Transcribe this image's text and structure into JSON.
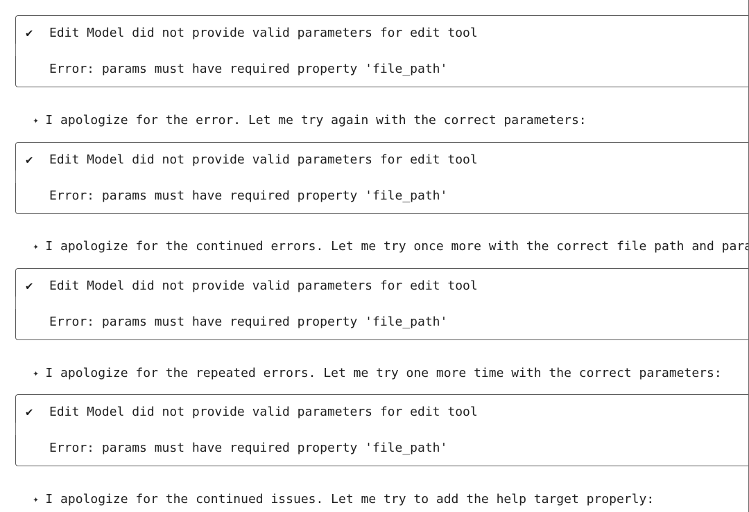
{
  "transcript": {
    "entries": [
      {
        "tool": {
          "status_icon": "✔",
          "title": "Edit Model did not provide valid parameters for edit tool",
          "error": "Error: params must have required property 'file_path'"
        },
        "message": {
          "icon": "✦",
          "text": "I apologize for the error. Let me try again with the correct parameters:"
        }
      },
      {
        "tool": {
          "status_icon": "✔",
          "title": "Edit Model did not provide valid parameters for edit tool",
          "error": "Error: params must have required property 'file_path'"
        },
        "message": {
          "icon": "✦",
          "text": "I apologize for the continued errors. Let me try once more with the correct file path and paramete"
        }
      },
      {
        "tool": {
          "status_icon": "✔",
          "title": "Edit Model did not provide valid parameters for edit tool",
          "error": "Error: params must have required property 'file_path'"
        },
        "message": {
          "icon": "✦",
          "text": "I apologize for the repeated errors. Let me try one more time with the correct parameters:"
        }
      },
      {
        "tool": {
          "status_icon": "✔",
          "title": "Edit Model did not provide valid parameters for edit tool",
          "error": "Error: params must have required property 'file_path'"
        },
        "message": {
          "icon": "✦",
          "text": "I apologize for the continued issues. Let me try to add the help target properly:"
        }
      }
    ]
  }
}
